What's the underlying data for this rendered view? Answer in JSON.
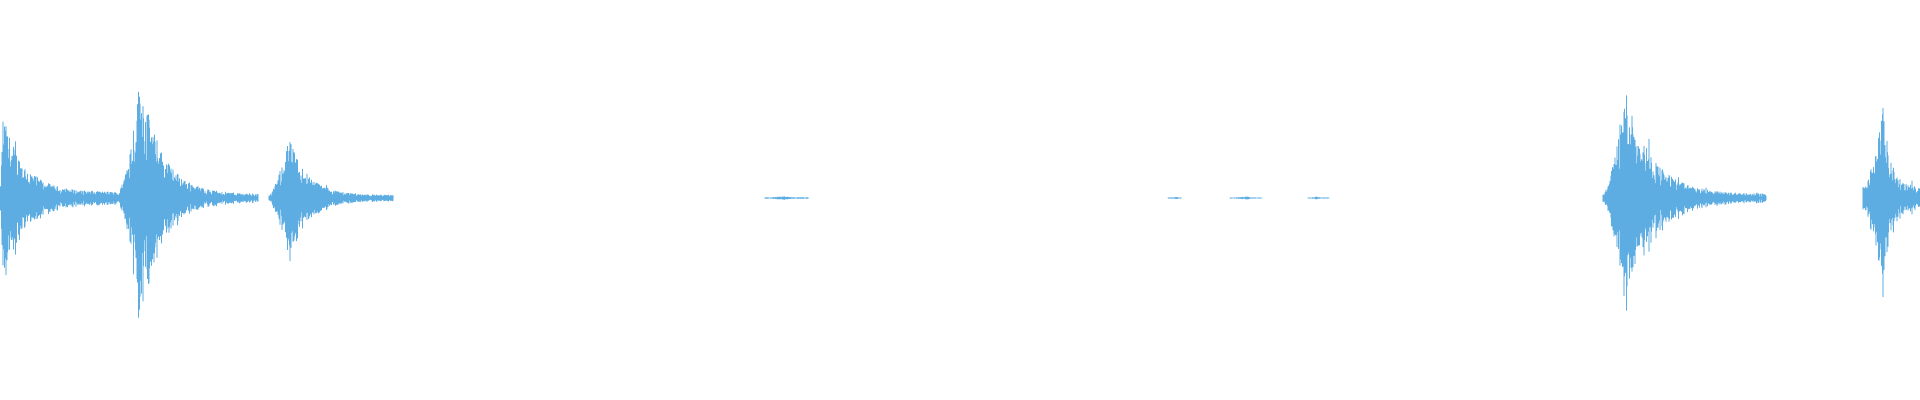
{
  "waveform": {
    "color": "#5dade2",
    "background": "#ffffff",
    "silence_baseline": 0.0,
    "bursts": [
      {
        "name": "burst-1",
        "start_s": 0.0,
        "peak_s": 0.01,
        "end_s": 0.42,
        "peak_amplitude": 0.42,
        "tail_amplitude": 0.03
      },
      {
        "name": "burst-2",
        "start_s": 0.42,
        "peak_s": 0.5,
        "end_s": 0.92,
        "peak_amplitude": 0.62,
        "tail_amplitude": 0.02
      },
      {
        "name": "burst-3",
        "start_s": 0.96,
        "peak_s": 1.03,
        "end_s": 1.4,
        "peak_amplitude": 0.31,
        "tail_amplitude": 0.015
      },
      {
        "name": "blip-1",
        "start_s": 2.73,
        "peak_s": 2.8,
        "end_s": 2.88,
        "peak_amplitude": 0.008,
        "tail_amplitude": 0.004
      },
      {
        "name": "blip-2",
        "start_s": 4.17,
        "peak_s": 4.2,
        "end_s": 4.21,
        "peak_amplitude": 0.006,
        "tail_amplitude": 0.003
      },
      {
        "name": "blip-3",
        "start_s": 4.39,
        "peak_s": 4.45,
        "end_s": 4.5,
        "peak_amplitude": 0.007,
        "tail_amplitude": 0.003
      },
      {
        "name": "blip-4",
        "start_s": 4.67,
        "peak_s": 4.7,
        "end_s": 4.74,
        "peak_amplitude": 0.007,
        "tail_amplitude": 0.003
      },
      {
        "name": "burst-4",
        "start_s": 5.72,
        "peak_s": 5.8,
        "end_s": 6.3,
        "peak_amplitude": 0.56,
        "tail_amplitude": 0.02
      },
      {
        "name": "burst-5",
        "start_s": 6.65,
        "peak_s": 6.72,
        "end_s": 6.85,
        "peak_amplitude": 0.47,
        "tail_amplitude": 0.06
      }
    ],
    "duration_s": 6.85
  }
}
